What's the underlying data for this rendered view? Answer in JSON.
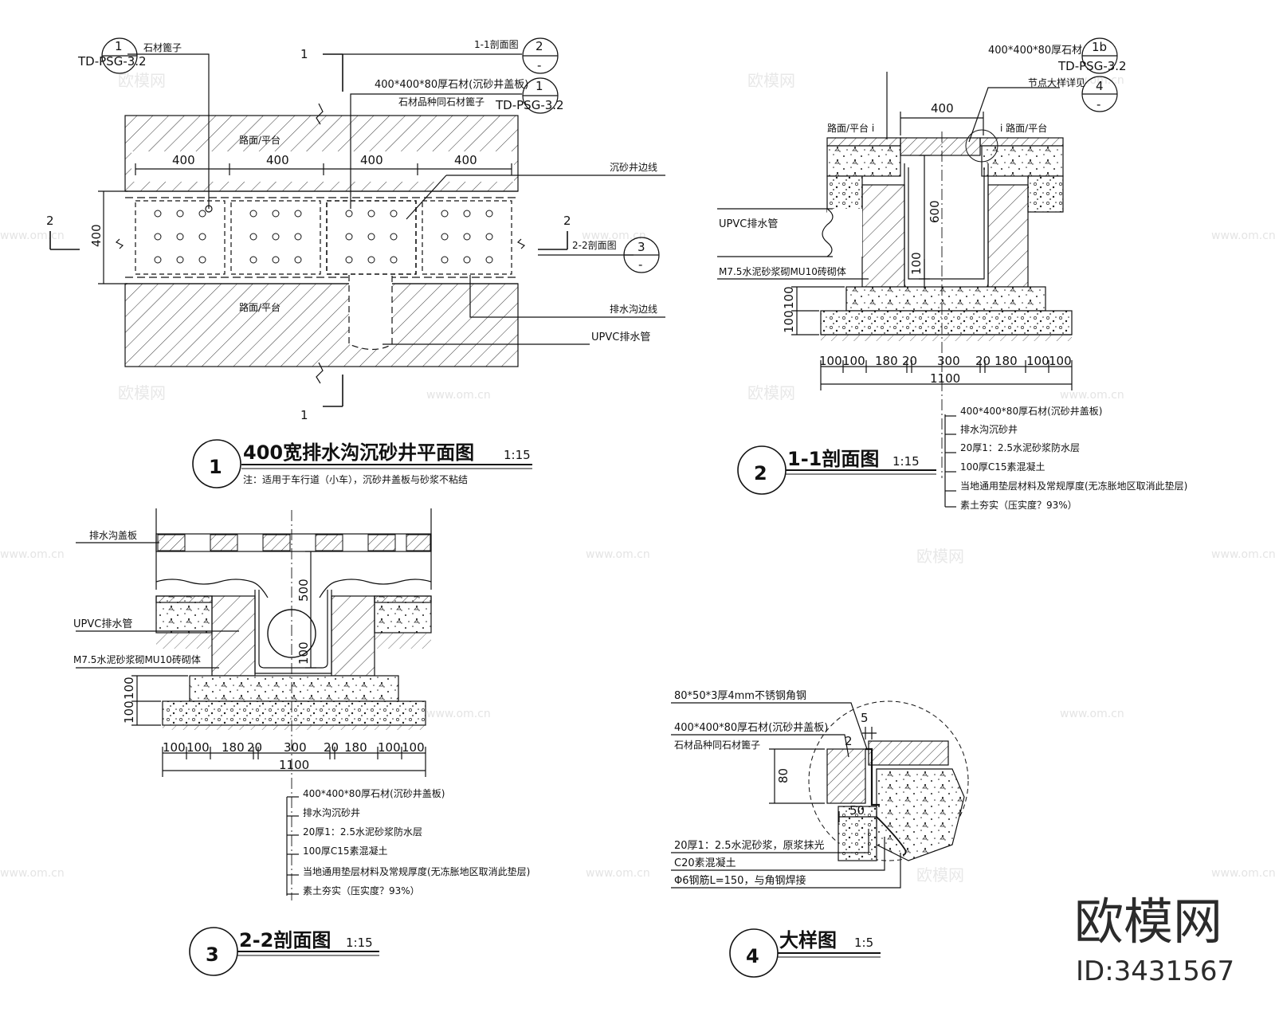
{
  "watermark": {
    "site": "欧模网",
    "url": "www.om.cn"
  },
  "brand": {
    "name": "欧模网",
    "id": "ID:3431567"
  },
  "plan": {
    "title": "400宽排水沟沉砂井平面图",
    "scale": "1:15",
    "number": "1",
    "note": "注：适用于车行道（小车），沉砂井盖板与砂浆不粘结",
    "label_stone_grate": "石材篦子",
    "ref1_num": "1",
    "ref1_sheet": "TD-PSG-3.2",
    "label_section11": "1-1剖面图",
    "ref2_num": "2",
    "ref2_sheet": "-",
    "label_cover": "400*400*80厚石材(沉砂井盖板)",
    "label_cover_sub": "石材品种同石材篦子",
    "ref3_num": "1",
    "ref3_sheet": "TD-PSG-3.2",
    "label_road_top": "路面/平台",
    "label_road_bottom": "路面/平台",
    "dims": [
      "400",
      "400",
      "400",
      "400"
    ],
    "dim_side": "400",
    "label_well_edge": "沉砂井边线",
    "label_section22": "2-2剖面图",
    "ref4_num": "3",
    "ref4_sheet": "-",
    "label_ditch_edge": "排水沟边线",
    "label_pipe": "UPVC排水管",
    "cut_1": "1",
    "cut_2": "2"
  },
  "sec11": {
    "title": "1-1剖面图",
    "scale": "1:15",
    "number": "2",
    "label_cover": "400*400*80厚石材",
    "ref_num": "1b",
    "ref_sheet": "TD-PSG-3.2",
    "label_detail": "节点大样详见",
    "detail_num": "4",
    "detail_sheet": "-",
    "dim_top": "400",
    "label_road_left": "路面/平台 i",
    "label_road_right": "i 路面/平台",
    "label_pipe": "UPVC排水管",
    "label_brick": "M7.5水泥砂浆砌MU10砖砌体",
    "dim_depth": "600",
    "dim_bottom": "100",
    "dim_left_1": "100",
    "dim_left_2": "100",
    "dims": [
      "100",
      "100",
      "180",
      "20",
      "300",
      "20",
      "180",
      "100",
      "100"
    ],
    "dim_total": "1100",
    "layers": [
      "400*400*80厚石材(沉砂井盖板)",
      "排水沟沉砂井",
      "20厚1：2.5水泥砂浆防水层",
      "100厚C15素混凝土",
      "当地通用垫层材料及常规厚度(无冻胀地区取消此垫层)",
      "素土夯实（压实度？93%）"
    ]
  },
  "sec22": {
    "title": "2-2剖面图",
    "scale": "1:15",
    "number": "3",
    "label_cover": "排水沟盖板",
    "label_pipe": "UPVC排水管",
    "label_brick": "M7.5水泥砂浆砌MU10砖砌体",
    "dim_depth": "500",
    "dim_bottom": "100",
    "dim_left_1": "100",
    "dim_left_2": "100",
    "dims": [
      "100",
      "100",
      "180",
      "20",
      "300",
      "20",
      "180",
      "100",
      "100"
    ],
    "dim_total": "1100",
    "layers": [
      "400*400*80厚石材(沉砂井盖板)",
      "排水沟沉砂井",
      "20厚1：2.5水泥砂浆防水层",
      "100厚C15素混凝土",
      "当地通用垫层材料及常规厚度(无冻胀地区取消此垫层)",
      "素土夯实（压实度？93%）"
    ]
  },
  "detail": {
    "title": "大样图",
    "scale": "1:5",
    "number": "4",
    "label_angle": "80*50*3厚4mm不锈钢角钢",
    "label_cover": "400*400*80厚石材(沉砂井盖板)",
    "label_cover_sub": "石材品种同石材篦子",
    "dim_80": "80",
    "dim_5": "5",
    "dim_2": "2",
    "dim_50": "50",
    "label_mortar": "20厚1：2.5水泥砂浆，原浆抹光",
    "label_concrete": "C20素混凝土",
    "label_rebar": "Φ6钢筋L=150，与角钢焊接"
  }
}
